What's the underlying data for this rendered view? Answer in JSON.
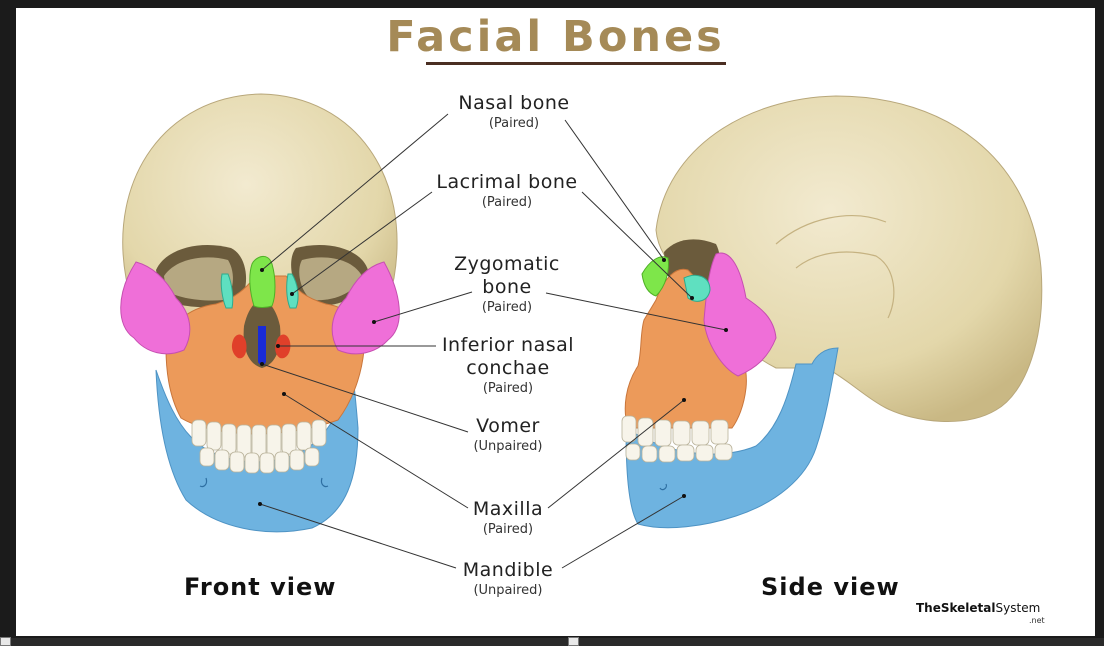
{
  "title": "Facial Bones",
  "labels": {
    "nasal": {
      "name": "Nasal bone",
      "sub": "(Paired)"
    },
    "lacrimal": {
      "name": "Lacrimal bone",
      "sub": "(Paired)"
    },
    "zygomatic": {
      "name_line1": "Zygomatic",
      "name_line2": "bone",
      "sub": "(Paired)"
    },
    "conchae": {
      "name_line1": "Inferior nasal",
      "name_line2": "conchae",
      "sub": "(Paired)"
    },
    "vomer": {
      "name": "Vomer",
      "sub": "(Unpaired)"
    },
    "maxilla": {
      "name": "Maxilla",
      "sub": "(Paired)"
    },
    "mandible": {
      "name": "Mandible",
      "sub": "(Unpaired)"
    }
  },
  "views": {
    "front": "Front view",
    "side": "Side view"
  },
  "logo": {
    "bold": "TheSkeletal",
    "rest": "System",
    "sub": ".net"
  },
  "colors": {
    "skull": "#e8deb3",
    "nasal": "#7ee64a",
    "lacrimal": "#5fe0c0",
    "zygomatic": "#ef6fd8",
    "conchae": "#e0402a",
    "vomer": "#1a2bd6",
    "maxilla": "#ec9a5a",
    "mandible": "#6eb3e0",
    "title": "#a58a57"
  }
}
